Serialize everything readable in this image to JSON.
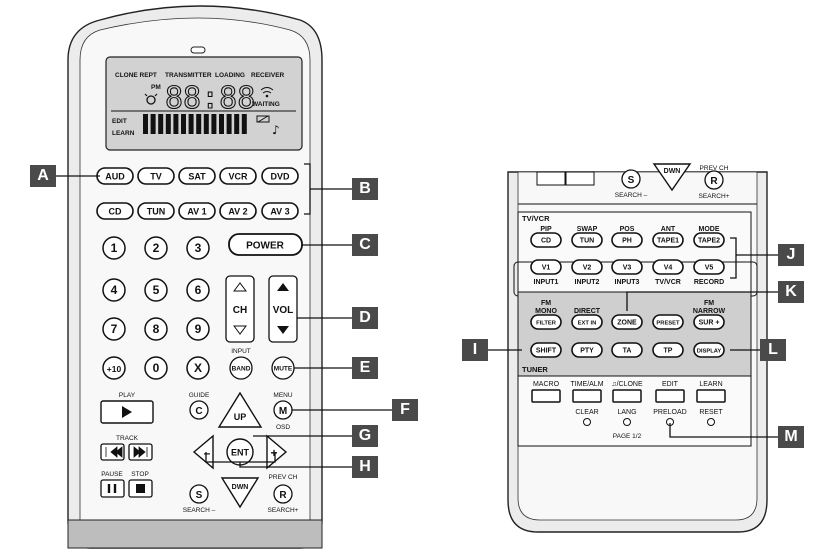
{
  "left_remote": {
    "lcd": {
      "status_labels": [
        "CLONE REPT",
        "TRANSMITTER",
        "LOADING",
        "RECEIVER"
      ],
      "pm": "PM",
      "clock": "88:88",
      "waiting": "WAITING",
      "edit": "EDIT",
      "learn": "LEARN"
    },
    "device_row1": [
      "AUD",
      "TV",
      "SAT",
      "VCR",
      "DVD"
    ],
    "device_row2": [
      "CD",
      "TUN",
      "AV 1",
      "AV 2",
      "AV 3"
    ],
    "numpad": [
      "1",
      "2",
      "3",
      "4",
      "5",
      "6",
      "7",
      "8",
      "9",
      "+10",
      "0",
      "X"
    ],
    "power": "POWER",
    "ch": "CH",
    "vol": "VOL",
    "input_label": "INPUT",
    "band": "BAND",
    "mute": "MUTE",
    "play_label": "PLAY",
    "guide_label": "GUIDE",
    "guide_key": "C",
    "menu_label": "MENU",
    "menu_key": "M",
    "osd_label": "OSD",
    "up": "UP",
    "ent": "ENT",
    "minus": "–",
    "plus": "+",
    "dwn": "DWN",
    "track_label": "TRACK",
    "pause_label": "PAUSE",
    "stop_label": "STOP",
    "search_minus_key": "S",
    "search_minus_label": "SEARCH –",
    "prev_ch_label": "PREV CH",
    "search_plus_key": "R",
    "search_plus_label": "SEARCH+"
  },
  "right_remote": {
    "top": {
      "s_key": "S",
      "search_minus": "SEARCH –",
      "dwn": "DWN",
      "prev_ch": "PREV CH",
      "r_key": "R",
      "search_plus": "SEARCH+"
    },
    "tvvcr": "TV/VCR",
    "row1_top": [
      "PIP",
      "SWAP",
      "POS",
      "ANT",
      "MODE"
    ],
    "row1_keys": [
      "CD",
      "TUN",
      "PH",
      "TAPE1",
      "TAPE2"
    ],
    "row2_keys": [
      "V1",
      "V2",
      "V3",
      "V4",
      "V5"
    ],
    "row2_bottom": [
      "INPUT1",
      "INPUT2",
      "INPUT3",
      "TV/VCR",
      "RECORD"
    ],
    "row3_top1": [
      "FM",
      "",
      "",
      "",
      "FM"
    ],
    "row3_top2": [
      "MONO",
      "DIRECT",
      "",
      "",
      "NARROW"
    ],
    "row3_keys": [
      "FILTER",
      "EXT IN",
      "ZONE",
      "PRESET",
      "SUR +"
    ],
    "row4_keys": [
      "SHIFT",
      "PTY",
      "TA",
      "TP",
      "DISPLAY"
    ],
    "tuner": "TUNER",
    "bottom_row": [
      "MACRO",
      "TIME/ALM",
      "♫/CLONE",
      "EDIT",
      "LEARN"
    ],
    "small_row": [
      "CLEAR",
      "LANG",
      "PRELOAD",
      "RESET"
    ],
    "page": "PAGE 1/2"
  },
  "callouts": [
    "A",
    "B",
    "C",
    "D",
    "E",
    "F",
    "G",
    "H",
    "I",
    "J",
    "K",
    "L",
    "M"
  ]
}
